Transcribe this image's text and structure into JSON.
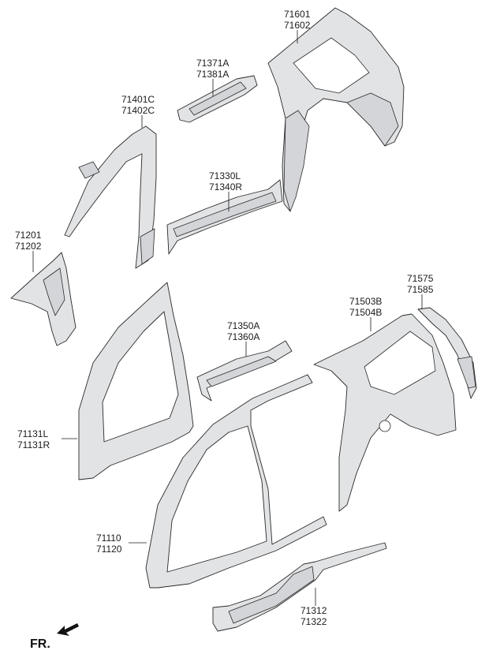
{
  "callouts": [
    {
      "id": "c1",
      "lines": [
        "71601",
        "71602"
      ]
    },
    {
      "id": "c2",
      "lines": [
        "71371A",
        "71381A"
      ]
    },
    {
      "id": "c3",
      "lines": [
        "71401C",
        "71402C"
      ]
    },
    {
      "id": "c4",
      "lines": [
        "71330L",
        "71340R"
      ]
    },
    {
      "id": "c5",
      "lines": [
        "71201",
        "71202"
      ]
    },
    {
      "id": "c6",
      "lines": [
        "71575",
        "71585"
      ]
    },
    {
      "id": "c7",
      "lines": [
        "71503B",
        "71504B"
      ]
    },
    {
      "id": "c8",
      "lines": [
        "71350A",
        "71360A"
      ]
    },
    {
      "id": "c9",
      "lines": [
        "71131L",
        "71131R"
      ]
    },
    {
      "id": "c10",
      "lines": [
        "71110",
        "71120"
      ]
    },
    {
      "id": "c11",
      "lines": [
        "71312",
        "71322"
      ]
    }
  ],
  "front_marker": {
    "label": "FR.",
    "icon": "front-direction-arrow-icon"
  }
}
